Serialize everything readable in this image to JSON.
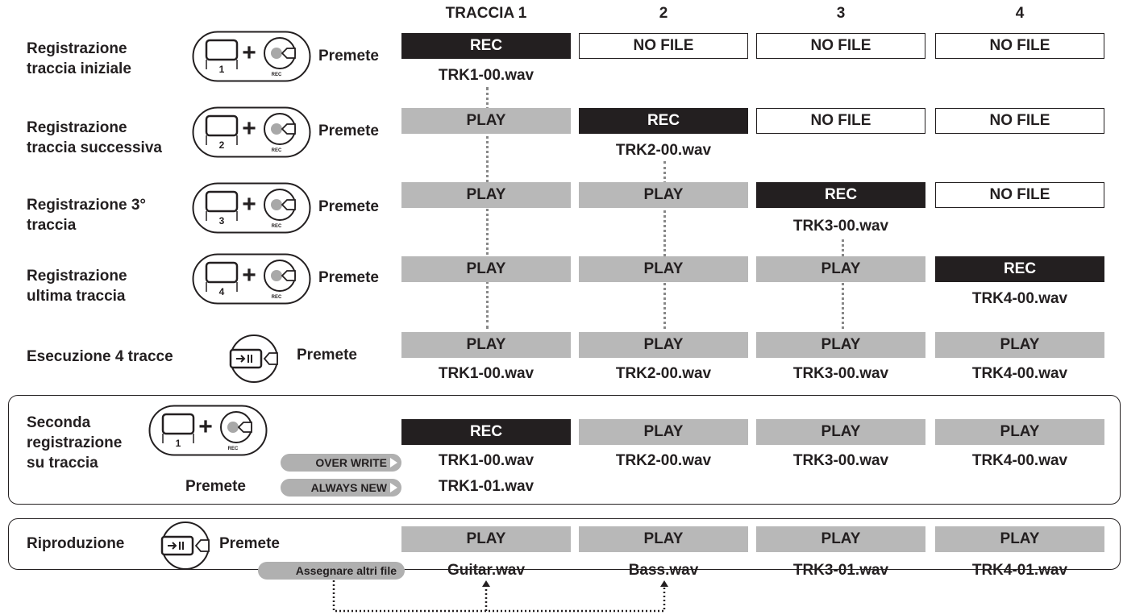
{
  "headers": [
    "TRACCIA 1",
    "2",
    "3",
    "4"
  ],
  "premete": "Premete",
  "rows": [
    {
      "label": [
        "Registrazione",
        "traccia iniziale"
      ],
      "button_num": "1",
      "cells": [
        "REC",
        "NO FILE",
        "NO FILE",
        "NO FILE"
      ],
      "files": [
        "TRK1-00.wav",
        "",
        "",
        ""
      ]
    },
    {
      "label": [
        "Registrazione",
        "traccia successiva"
      ],
      "button_num": "2",
      "cells": [
        "PLAY",
        "REC",
        "NO FILE",
        "NO FILE"
      ],
      "files": [
        "",
        "TRK2-00.wav",
        "",
        ""
      ]
    },
    {
      "label": [
        "Registrazione 3°",
        "traccia"
      ],
      "button_num": "3",
      "cells": [
        "PLAY",
        "PLAY",
        "REC",
        "NO FILE"
      ],
      "files": [
        "",
        "",
        "TRK3-00.wav",
        ""
      ]
    },
    {
      "label": [
        "Registrazione",
        "ultima traccia"
      ],
      "button_num": "4",
      "cells": [
        "PLAY",
        "PLAY",
        "PLAY",
        "REC"
      ],
      "files": [
        "",
        "",
        "",
        "TRK4-00.wav"
      ]
    },
    {
      "label": [
        "Esecuzione 4 tracce"
      ],
      "cells": [
        "PLAY",
        "PLAY",
        "PLAY",
        "PLAY"
      ],
      "files": [
        "TRK1-00.wav",
        "TRK2-00.wav",
        "TRK3-00.wav",
        "TRK4-00.wav"
      ]
    }
  ],
  "overdub": {
    "label": [
      "Seconda",
      "registrazione",
      "su traccia"
    ],
    "button_num": "1",
    "cells": [
      "REC",
      "PLAY",
      "PLAY",
      "PLAY"
    ],
    "files": [
      "TRK1-00.wav",
      "TRK2-00.wav",
      "TRK3-00.wav",
      "TRK4-00.wav"
    ],
    "alt_file": "TRK1-01.wav",
    "tags": [
      "OVER WRITE",
      "ALWAYS NEW"
    ]
  },
  "playback": {
    "label": "Riproduzione",
    "cells": [
      "PLAY",
      "PLAY",
      "PLAY",
      "PLAY"
    ],
    "files": [
      "Guitar.wav",
      "Bass.wav",
      "TRK3-01.wav",
      "TRK4-01.wav"
    ],
    "tag": "Assegnare altri file"
  },
  "button_labels": {
    "rec": "REC"
  },
  "colors": {
    "rec_bg": "#231f20",
    "play_bg": "#b8b8b8",
    "tag_bg": "#b0b0b0"
  }
}
